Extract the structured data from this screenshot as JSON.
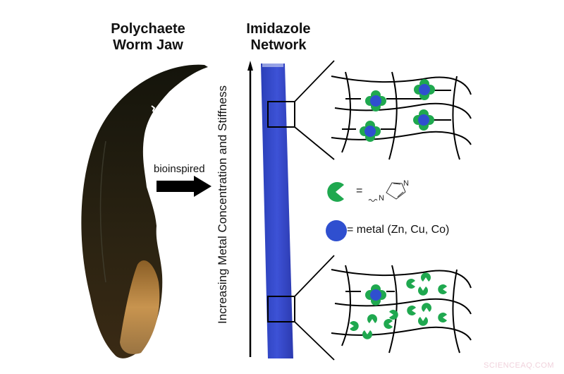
{
  "titles": {
    "left": "Polychaete Worm Jaw",
    "left_line1": "Polychaete",
    "left_line2": "Worm Jaw",
    "right": "Imidazole Network",
    "right_line1": "Imidazole",
    "right_line2": "Network"
  },
  "arrow_label": "bioinspired",
  "axis_label": "Increasing Metal Concentration and Stiffness",
  "legend": {
    "ligand_symbol": "green-pacman",
    "ligand_equals": "=",
    "ligand_structure": "imidazole (N-linked, N at 3-position)",
    "ligand_atoms": [
      "N",
      "N"
    ],
    "metal_symbol": "blue-circle",
    "metal_text": "= metal (Zn, Cu, Co)"
  },
  "networks": [
    {
      "position": "top",
      "description": "high metal concentration",
      "metal_sites": 4,
      "free_ligands": 0
    },
    {
      "position": "bottom",
      "description": "low metal concentration",
      "metal_sites": 1,
      "free_ligands": 13
    }
  ],
  "colors": {
    "ligand_green": "#1fa84f",
    "metal_blue": "#2f4fcf",
    "rod_blue": "#3347c9",
    "jaw_dark": "#1d1c0f",
    "jaw_tan": "#b98a4a"
  },
  "watermark": "SCIENCEAQ.COM"
}
